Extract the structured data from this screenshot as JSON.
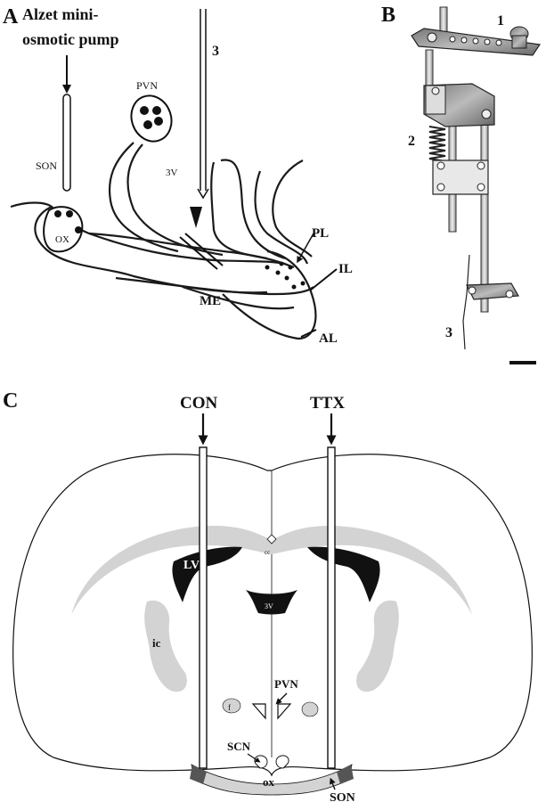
{
  "panel_a": {
    "letter": "A",
    "pump_label_line1": "Alzet mini-",
    "pump_label_line2": "osmotic pump",
    "labels": {
      "pvn": "PVN",
      "son": "SON",
      "ox": "OX",
      "three_v": "3V",
      "me": "ME",
      "pl": "PL",
      "il": "IL",
      "al": "AL",
      "probe_number": "3"
    }
  },
  "panel_b": {
    "letter": "B",
    "labels": {
      "one": "1",
      "two": "2",
      "three": "3"
    }
  },
  "panel_c": {
    "letter": "C",
    "labels": {
      "con": "CON",
      "ttx": "TTX",
      "lv": "LV",
      "cc": "cc",
      "three_v": "3V",
      "ic": "ic",
      "f": "f",
      "pvn": "PVN",
      "scn": "SCN",
      "ox": "ox",
      "son": "SON"
    }
  },
  "colors": {
    "ink": "#1a1a1a",
    "brain_gray": "#d3d3d3",
    "ventricle_black": "#111111",
    "son_dark": "#555555"
  }
}
